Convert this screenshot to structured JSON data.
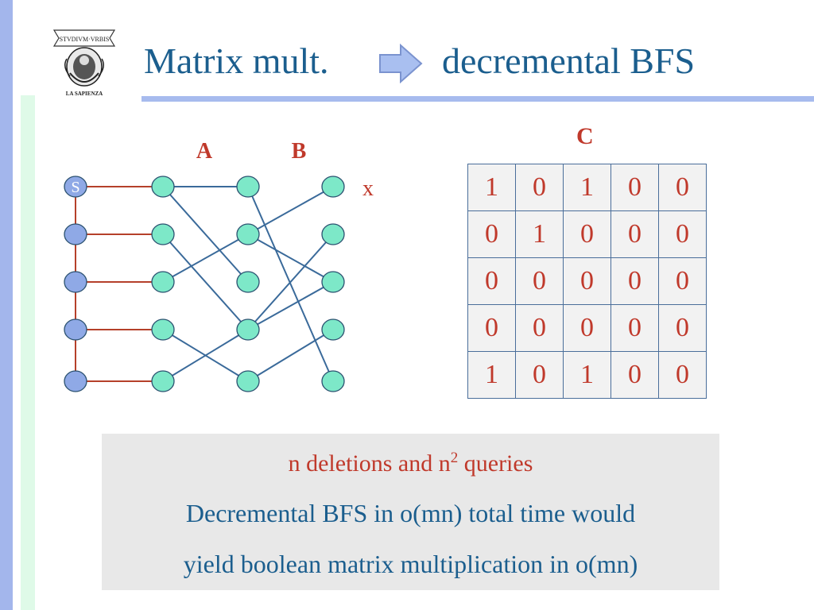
{
  "title": {
    "left": "Matrix mult.",
    "right": "decremental BFS",
    "arrow_icon": "right-arrow-icon",
    "color": "#1b5e8e"
  },
  "logo": {
    "banner_text": "STVDIVM·VRBIS",
    "caption": "LA SAPIENZA"
  },
  "graph": {
    "source_label": "S",
    "label_a": "A",
    "label_b": "B",
    "label_x": "x",
    "source_color": "#8fa9e6",
    "node_color": "#7de8c8",
    "source_edge_color": "#b5402a",
    "edge_color": "#3a6a9a",
    "a_edges": [
      [
        0,
        0
      ],
      [
        0,
        2
      ],
      [
        1,
        3
      ],
      [
        2,
        1
      ],
      [
        3,
        4
      ],
      [
        4,
        3
      ]
    ],
    "b_edges": [
      [
        0,
        4
      ],
      [
        1,
        0
      ],
      [
        1,
        2
      ],
      [
        3,
        2
      ],
      [
        3,
        1
      ],
      [
        4,
        3
      ]
    ]
  },
  "matrix": {
    "label": "C",
    "rows": [
      [
        "1",
        "0",
        "1",
        "0",
        "0"
      ],
      [
        "0",
        "1",
        "0",
        "0",
        "0"
      ],
      [
        "0",
        "0",
        "0",
        "0",
        "0"
      ],
      [
        "0",
        "0",
        "0",
        "0",
        "0"
      ],
      [
        "1",
        "0",
        "1",
        "0",
        "0"
      ]
    ]
  },
  "note": {
    "line1_pre": "n deletions and n",
    "line1_sup": "2",
    "line1_post": " queries",
    "line2": "Decremental BFS in o(mn) total time would",
    "line3": "yield boolean matrix multiplication in o(mn)"
  },
  "colors": {
    "accent_red": "#c0392b",
    "left_bar": "#a3b6ec",
    "title_rule": "#a7bbee",
    "note_bg": "#e8e8e8"
  }
}
